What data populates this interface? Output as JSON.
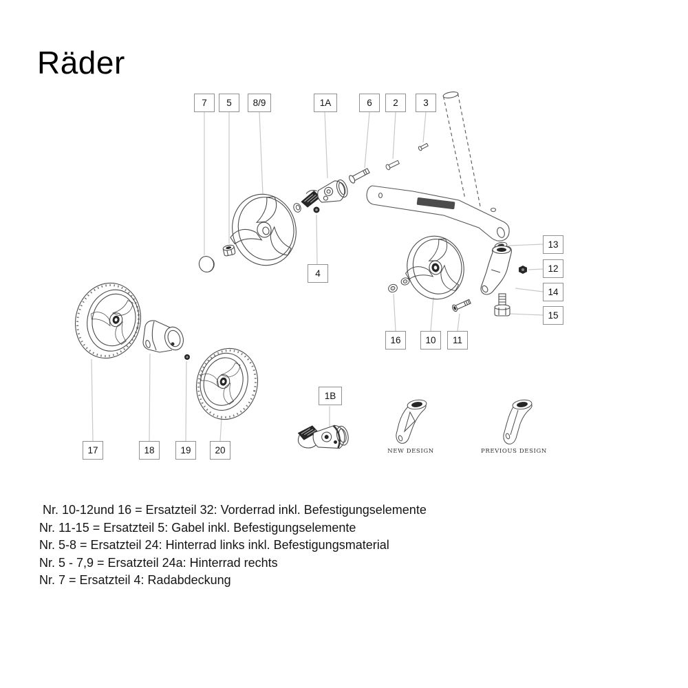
{
  "page": {
    "title": "Räder"
  },
  "callouts": [
    {
      "label": "7"
    },
    {
      "label": "5"
    },
    {
      "label": "8/9"
    },
    {
      "label": "1A"
    },
    {
      "label": "6"
    },
    {
      "label": "2"
    },
    {
      "label": "3"
    },
    {
      "label": "13"
    },
    {
      "label": "12"
    },
    {
      "label": "14"
    },
    {
      "label": "15"
    },
    {
      "label": "4"
    },
    {
      "label": "16"
    },
    {
      "label": "10"
    },
    {
      "label": "11"
    },
    {
      "label": "1B"
    },
    {
      "label": "17"
    },
    {
      "label": "18"
    },
    {
      "label": "19"
    },
    {
      "label": "20"
    }
  ],
  "design_labels": {
    "new": "NEW DESIGN",
    "previous": "PREVIOUS DESIGN"
  },
  "legend": {
    "lines": [
      "Nr. 10-12und 16 = Ersatzteil 32: Vorderrad inkl. Befestigungselemente",
      "Nr. 11-15 = Ersatzteil 5: Gabel inkl. Befestigungselemente",
      "Nr. 5-8 = Ersatzteil 24: Hinterrad links inkl. Befestigungsmaterial",
      "Nr. 5 - 7,9 = Ersatzteil 24a: Hinterrad rechts",
      "Nr. 7 = Ersatzteil 4: Radabdeckung"
    ]
  },
  "colors": {
    "background": "#ffffff",
    "line": "#4a4a4a",
    "leader": "#c8c8c8",
    "box_border": "#8f8f8f",
    "text": "#111111"
  }
}
